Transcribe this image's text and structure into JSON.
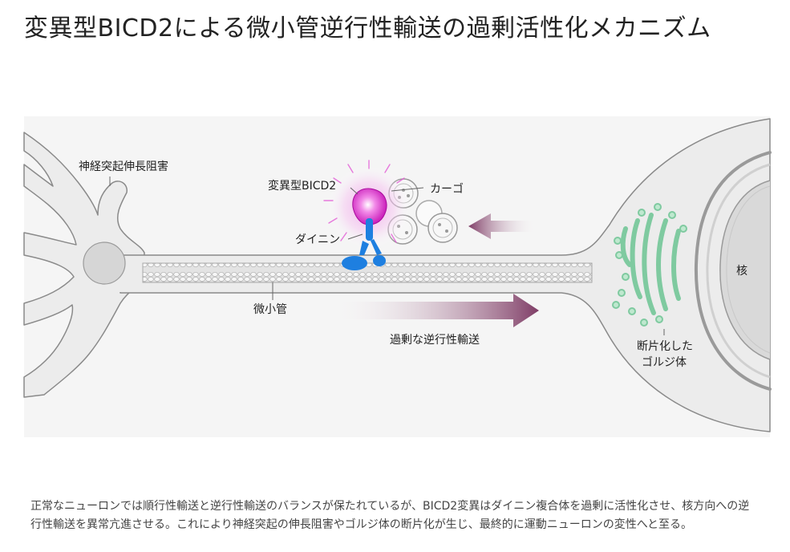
{
  "title": "変異型BICD2による微小管逆行性輸送の過剰活性化メカニズム",
  "labels": {
    "neurite_inhibition": "神経突起伸長阻害",
    "mutant_bicd2": "変異型BICD2",
    "cargo": "カーゴ",
    "dynein": "ダイニン",
    "microtubule": "微小管",
    "excess_retrograde": "過剰な逆行性輸送",
    "nucleus": "核",
    "golgi_line1": "断片化した",
    "golgi_line2": "ゴルジ体"
  },
  "caption": "正常なニューロンでは順行性輸送と逆行性輸送のバランスが保たれているが、BICD2変異はダイニン複合体を過剰に活性化させ、核方向への逆行性輸送を異常亢進させる。これにより神経突起の伸長阻害やゴルジ体の断片化が生じ、最終的に運動ニューロンの変性へと至る。",
  "colors": {
    "cell_fill": "#ececec",
    "cell_outline": "#8a8a8a",
    "arrow": "#8a4a70",
    "dynein": "#1e7fe0",
    "bicd2": "#d61fc4",
    "golgi": "#9ad9b5"
  }
}
